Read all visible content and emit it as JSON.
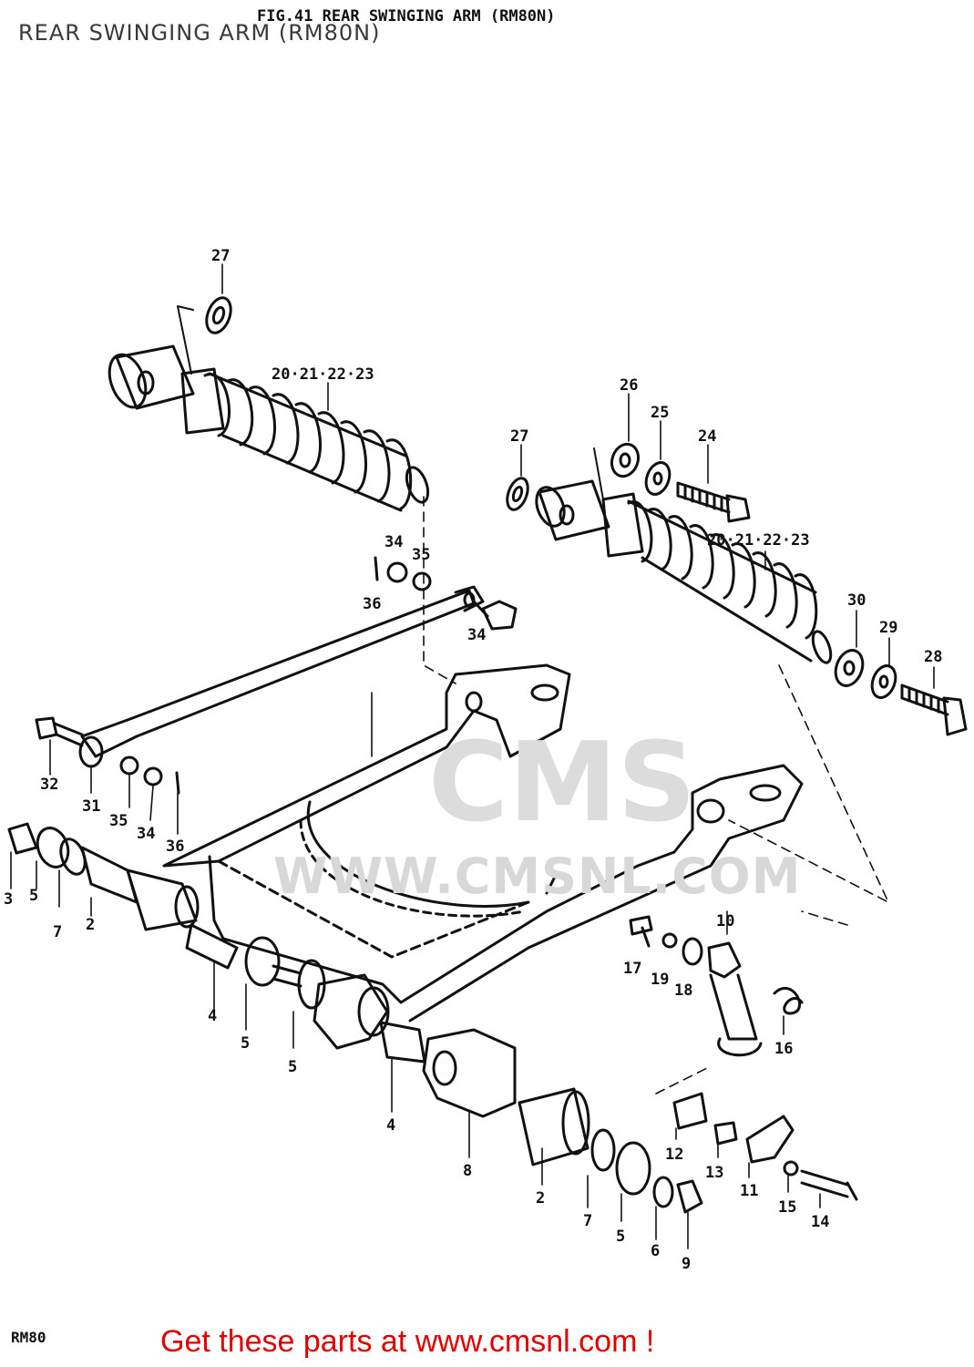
{
  "overlay_title": "REAR SWINGING ARM (RM80N)",
  "figure_title": "FIG.41  REAR SWINGING ARM (RM80N)",
  "page_code": "RM80",
  "watermark": {
    "url": "WWW.CMSNL.COM",
    "brand": "CMS"
  },
  "footer_link": "Get these parts at www.cmsnl.com !",
  "colors": {
    "footer_link": "#e00000",
    "line_art": "#111111",
    "watermark": "#d8d8d8"
  },
  "callouts": [
    {
      "id": "c27a",
      "text": "27"
    },
    {
      "id": "c20a",
      "text": "20·21·22·23"
    },
    {
      "id": "c26",
      "text": "26"
    },
    {
      "id": "c25",
      "text": "25"
    },
    {
      "id": "c24",
      "text": "24"
    },
    {
      "id": "c27b",
      "text": "27"
    },
    {
      "id": "c20b",
      "text": "20·21·22·23"
    },
    {
      "id": "c34a",
      "text": "34"
    },
    {
      "id": "c35a",
      "text": "35"
    },
    {
      "id": "c36a",
      "text": "36"
    },
    {
      "id": "c34b",
      "text": "34"
    },
    {
      "id": "c30",
      "text": "30"
    },
    {
      "id": "c29",
      "text": "29"
    },
    {
      "id": "c28",
      "text": "28"
    },
    {
      "id": "c32",
      "text": "32"
    },
    {
      "id": "c31",
      "text": "31"
    },
    {
      "id": "c35b",
      "text": "35"
    },
    {
      "id": "c34c",
      "text": "34"
    },
    {
      "id": "c36b",
      "text": "36"
    },
    {
      "id": "c3",
      "text": "3"
    },
    {
      "id": "c5a",
      "text": "5"
    },
    {
      "id": "c7a",
      "text": "7"
    },
    {
      "id": "c2a",
      "text": "2"
    },
    {
      "id": "c4a",
      "text": "4"
    },
    {
      "id": "c5b",
      "text": "5"
    },
    {
      "id": "c5c",
      "text": "5"
    },
    {
      "id": "c4b",
      "text": "4"
    },
    {
      "id": "c8",
      "text": "8"
    },
    {
      "id": "c2b",
      "text": "2"
    },
    {
      "id": "c7b",
      "text": "7"
    },
    {
      "id": "c5d",
      "text": "5"
    },
    {
      "id": "c6",
      "text": "6"
    },
    {
      "id": "c9",
      "text": "9"
    },
    {
      "id": "c10",
      "text": "10"
    },
    {
      "id": "c17",
      "text": "17"
    },
    {
      "id": "c19",
      "text": "19"
    },
    {
      "id": "c18",
      "text": "18"
    },
    {
      "id": "c16",
      "text": "16"
    },
    {
      "id": "c12",
      "text": "12"
    },
    {
      "id": "c13",
      "text": "13"
    },
    {
      "id": "c11",
      "text": "11"
    },
    {
      "id": "c15",
      "text": "15"
    },
    {
      "id": "c14",
      "text": "14"
    }
  ]
}
